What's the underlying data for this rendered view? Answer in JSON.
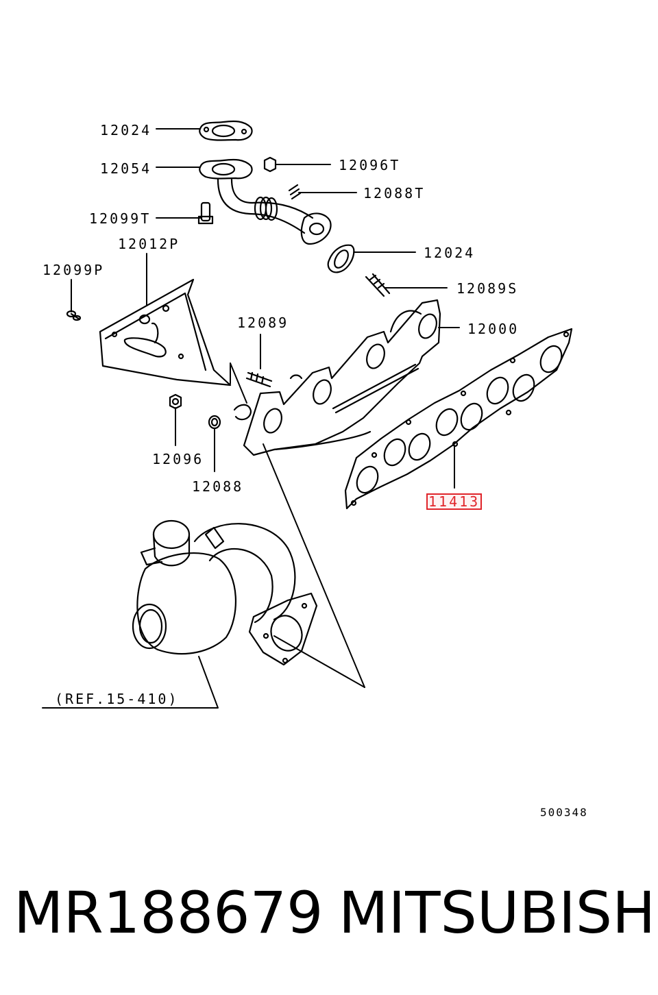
{
  "callouts": {
    "c12024_top": "12024",
    "c12054": "12054",
    "c12096T": "12096T",
    "c12088T": "12088T",
    "c12099T": "12099T",
    "c12012P": "12012P",
    "c12024_mid": "12024",
    "c12099P": "12099P",
    "c12089S": "12089S",
    "c12089": "12089",
    "c12000": "12000",
    "c12096": "12096",
    "c12088": "12088",
    "c11413": "11413",
    "ref": "(REF.15-410)"
  },
  "highlight_color": "#e0242a",
  "diagram_code": "500348",
  "footer": {
    "part_number": "MR188679",
    "brand": "MITSUBISHI"
  }
}
